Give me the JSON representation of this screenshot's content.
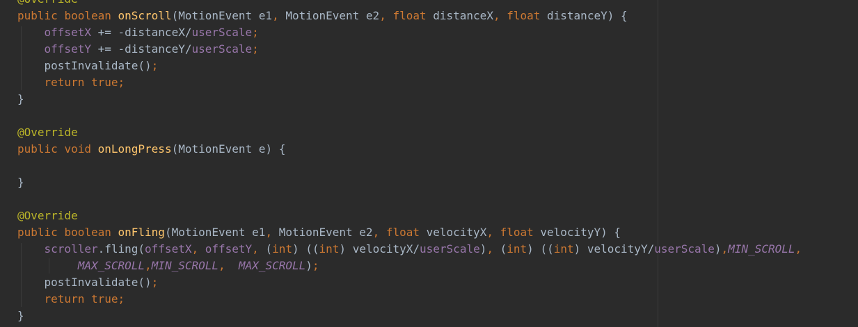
{
  "editor": {
    "colors": {
      "background": "#2b2b2b",
      "plain": "#a9b7c6",
      "keyword": "#cc7832",
      "method": "#ffc66d",
      "field": "#9876aa",
      "annotation": "#bbb529"
    },
    "lines": [
      [
        [
          "ann",
          "@Override"
        ]
      ],
      [
        [
          "kw",
          "public "
        ],
        [
          "kw",
          "boolean "
        ],
        [
          "fn",
          "onScroll"
        ],
        [
          "plain",
          "(MotionEvent e1"
        ],
        [
          "kw",
          ", "
        ],
        [
          "plain",
          "MotionEvent e2"
        ],
        [
          "kw",
          ", "
        ],
        [
          "kw",
          "float "
        ],
        [
          "plain",
          "distanceX"
        ],
        [
          "kw",
          ", "
        ],
        [
          "kw",
          "float "
        ],
        [
          "plain",
          "distanceY) {"
        ]
      ],
      [
        [
          "plain",
          "    "
        ],
        [
          "field",
          "offsetX"
        ],
        [
          "plain",
          " += -distanceX/"
        ],
        [
          "field",
          "userScale"
        ],
        [
          "kw",
          ";"
        ]
      ],
      [
        [
          "plain",
          "    "
        ],
        [
          "field",
          "offsetY"
        ],
        [
          "plain",
          " += -distanceY/"
        ],
        [
          "field",
          "userScale"
        ],
        [
          "kw",
          ";"
        ]
      ],
      [
        [
          "plain",
          "    postInvalidate()"
        ],
        [
          "kw",
          ";"
        ]
      ],
      [
        [
          "plain",
          "    "
        ],
        [
          "kw",
          "return true;"
        ]
      ],
      [
        [
          "plain",
          "}"
        ]
      ],
      [],
      [
        [
          "ann",
          "@Override"
        ]
      ],
      [
        [
          "kw",
          "public "
        ],
        [
          "kw",
          "void "
        ],
        [
          "fn",
          "onLongPress"
        ],
        [
          "plain",
          "(MotionEvent e) {"
        ]
      ],
      [],
      [
        [
          "plain",
          "}"
        ]
      ],
      [],
      [
        [
          "ann",
          "@Override"
        ]
      ],
      [
        [
          "kw",
          "public "
        ],
        [
          "kw",
          "boolean "
        ],
        [
          "fn",
          "onFling"
        ],
        [
          "plain",
          "(MotionEvent e1"
        ],
        [
          "kw",
          ", "
        ],
        [
          "plain",
          "MotionEvent e2"
        ],
        [
          "kw",
          ", "
        ],
        [
          "kw",
          "float "
        ],
        [
          "plain",
          "velocityX"
        ],
        [
          "kw",
          ", "
        ],
        [
          "kw",
          "float "
        ],
        [
          "plain",
          "velocityY) {"
        ]
      ],
      [
        [
          "plain",
          "    "
        ],
        [
          "field",
          "scroller"
        ],
        [
          "plain",
          ".fling("
        ],
        [
          "field",
          "offsetX"
        ],
        [
          "kw",
          ", "
        ],
        [
          "field",
          "offsetY"
        ],
        [
          "kw",
          ", "
        ],
        [
          "plain",
          "("
        ],
        [
          "kw",
          "int"
        ],
        [
          "plain",
          ") (("
        ],
        [
          "kw",
          "int"
        ],
        [
          "plain",
          ") velocityX/"
        ],
        [
          "field",
          "userScale"
        ],
        [
          "plain",
          ")"
        ],
        [
          "kw",
          ", "
        ],
        [
          "plain",
          "("
        ],
        [
          "kw",
          "int"
        ],
        [
          "plain",
          ") (("
        ],
        [
          "kw",
          "int"
        ],
        [
          "plain",
          ") velocityY/"
        ],
        [
          "field",
          "userScale"
        ],
        [
          "plain",
          ")"
        ],
        [
          "kw",
          ","
        ],
        [
          "const",
          "MIN_SCROLL"
        ],
        [
          "kw",
          ","
        ]
      ],
      [
        [
          "plain",
          "         "
        ],
        [
          "const",
          "MAX_SCROLL"
        ],
        [
          "kw",
          ","
        ],
        [
          "const",
          "MIN_SCROLL"
        ],
        [
          "kw",
          ",  "
        ],
        [
          "const",
          "MAX_SCROLL"
        ],
        [
          "plain",
          ")"
        ],
        [
          "kw",
          ";"
        ]
      ],
      [
        [
          "plain",
          "    postInvalidate()"
        ],
        [
          "kw",
          ";"
        ]
      ],
      [
        [
          "plain",
          "    "
        ],
        [
          "kw",
          "return true;"
        ]
      ],
      [
        [
          "plain",
          "}"
        ]
      ]
    ]
  }
}
